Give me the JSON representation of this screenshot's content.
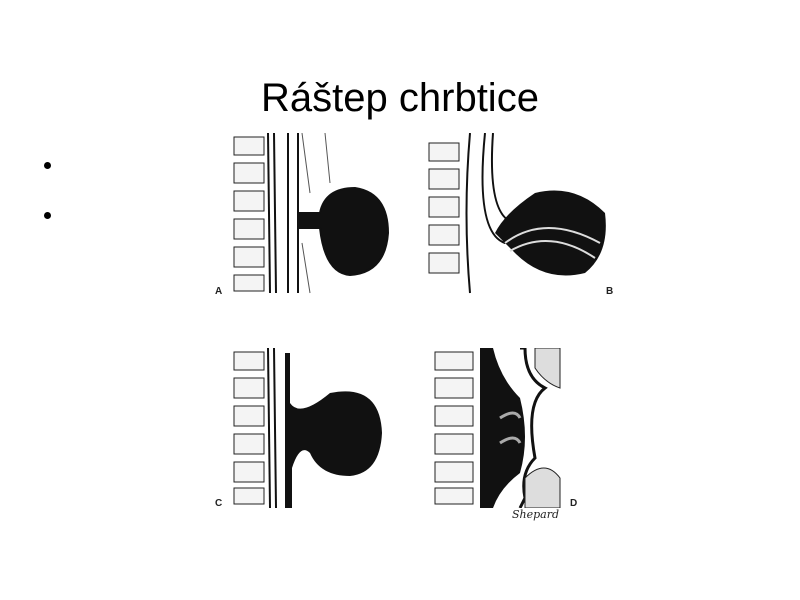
{
  "slide": {
    "title": "Ráštep chrbtice",
    "bullets": [
      "",
      ""
    ]
  },
  "figure": {
    "panels": [
      {
        "label": "A"
      },
      {
        "label": "B"
      },
      {
        "label": "C"
      },
      {
        "label": "D"
      }
    ],
    "signature": "Shepard"
  }
}
